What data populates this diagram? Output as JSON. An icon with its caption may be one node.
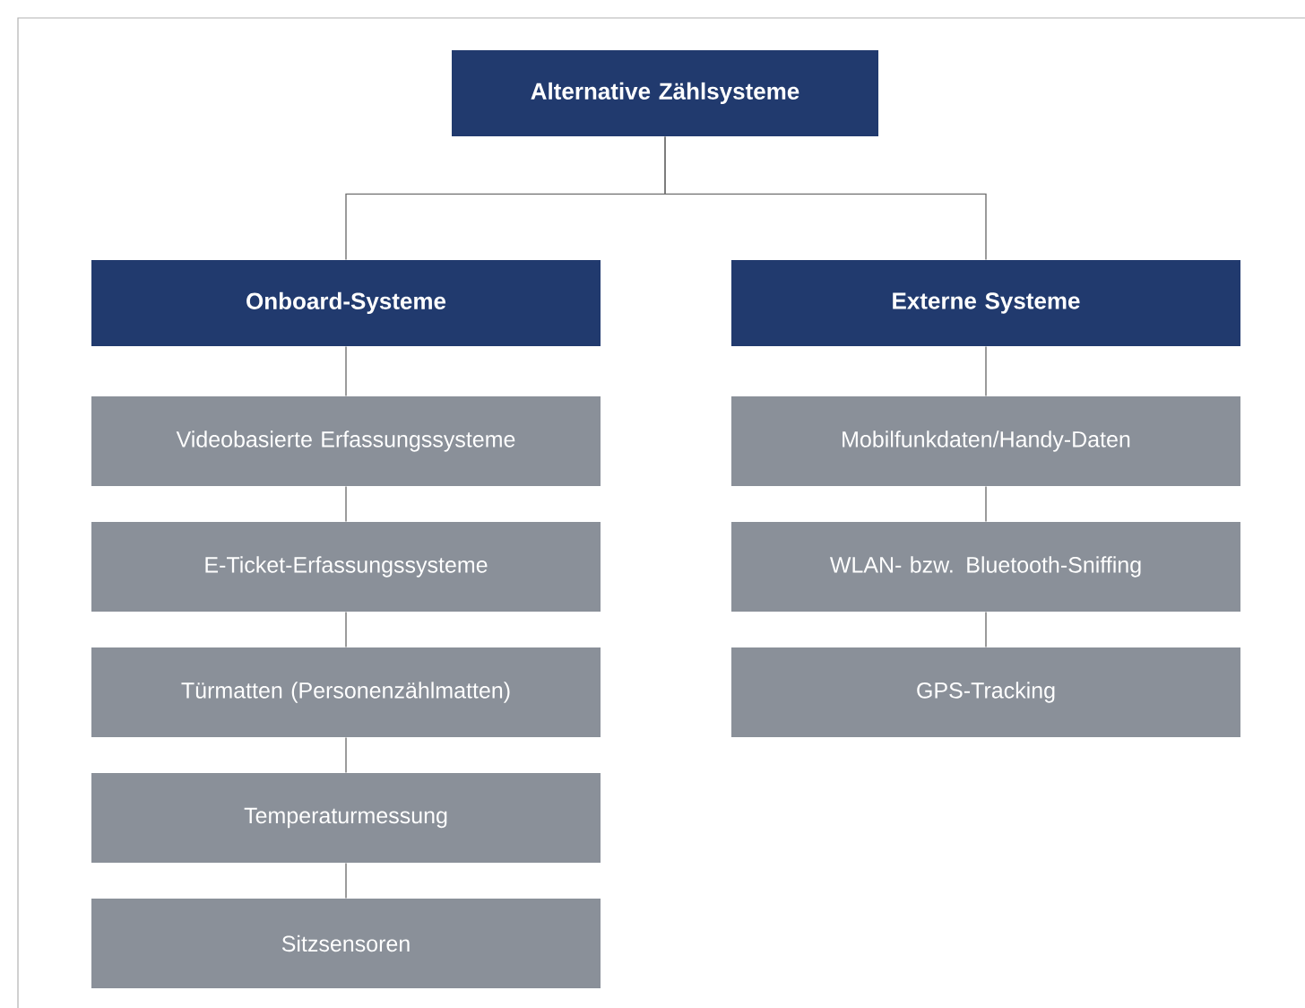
{
  "diagram": {
    "nodes": [
      {
        "text": [
          "Alternative Zählsysteme"
        ]
      },
      {
        "text": [
          "Onboard-Systeme"
        ]
      },
      {
        "text": [
          "Externe Systeme"
        ]
      },
      {
        "text": [
          "Videobasierte Erfassungssysteme"
        ]
      },
      {
        "text": [
          "E-Ticket-Erfassungssysteme"
        ]
      },
      {
        "text": [
          "Türmatten (Personenzählmatten)"
        ]
      },
      {
        "text": [
          "Temperaturmessung"
        ]
      },
      {
        "text": [
          "Sitzsensoren"
        ]
      },
      {
        "text": [
          "Mobilfunkdaten/Handy-Daten"
        ]
      },
      {
        "text": [
          "WLAN- bzw. Bluetooth-Sniffing"
        ]
      },
      {
        "text": [
          "GPS-Tracking"
        ]
      }
    ],
    "edges": [
      {
        "from": 0,
        "to": 1,
        "arrow": "none"
      },
      {
        "from": 0,
        "to": 2,
        "arrow": "none"
      },
      {
        "from": 1,
        "to": 3,
        "arrow": "none"
      },
      {
        "from": 3,
        "to": 4,
        "arrow": "none"
      },
      {
        "from": 4,
        "to": 5,
        "arrow": "none"
      },
      {
        "from": 5,
        "to": 6,
        "arrow": "none"
      },
      {
        "from": 6,
        "to": 7,
        "arrow": "none"
      },
      {
        "from": 2,
        "to": 8,
        "arrow": "none"
      },
      {
        "from": 8,
        "to": 9,
        "arrow": "none"
      },
      {
        "from": 9,
        "to": 10,
        "arrow": "none"
      }
    ]
  }
}
